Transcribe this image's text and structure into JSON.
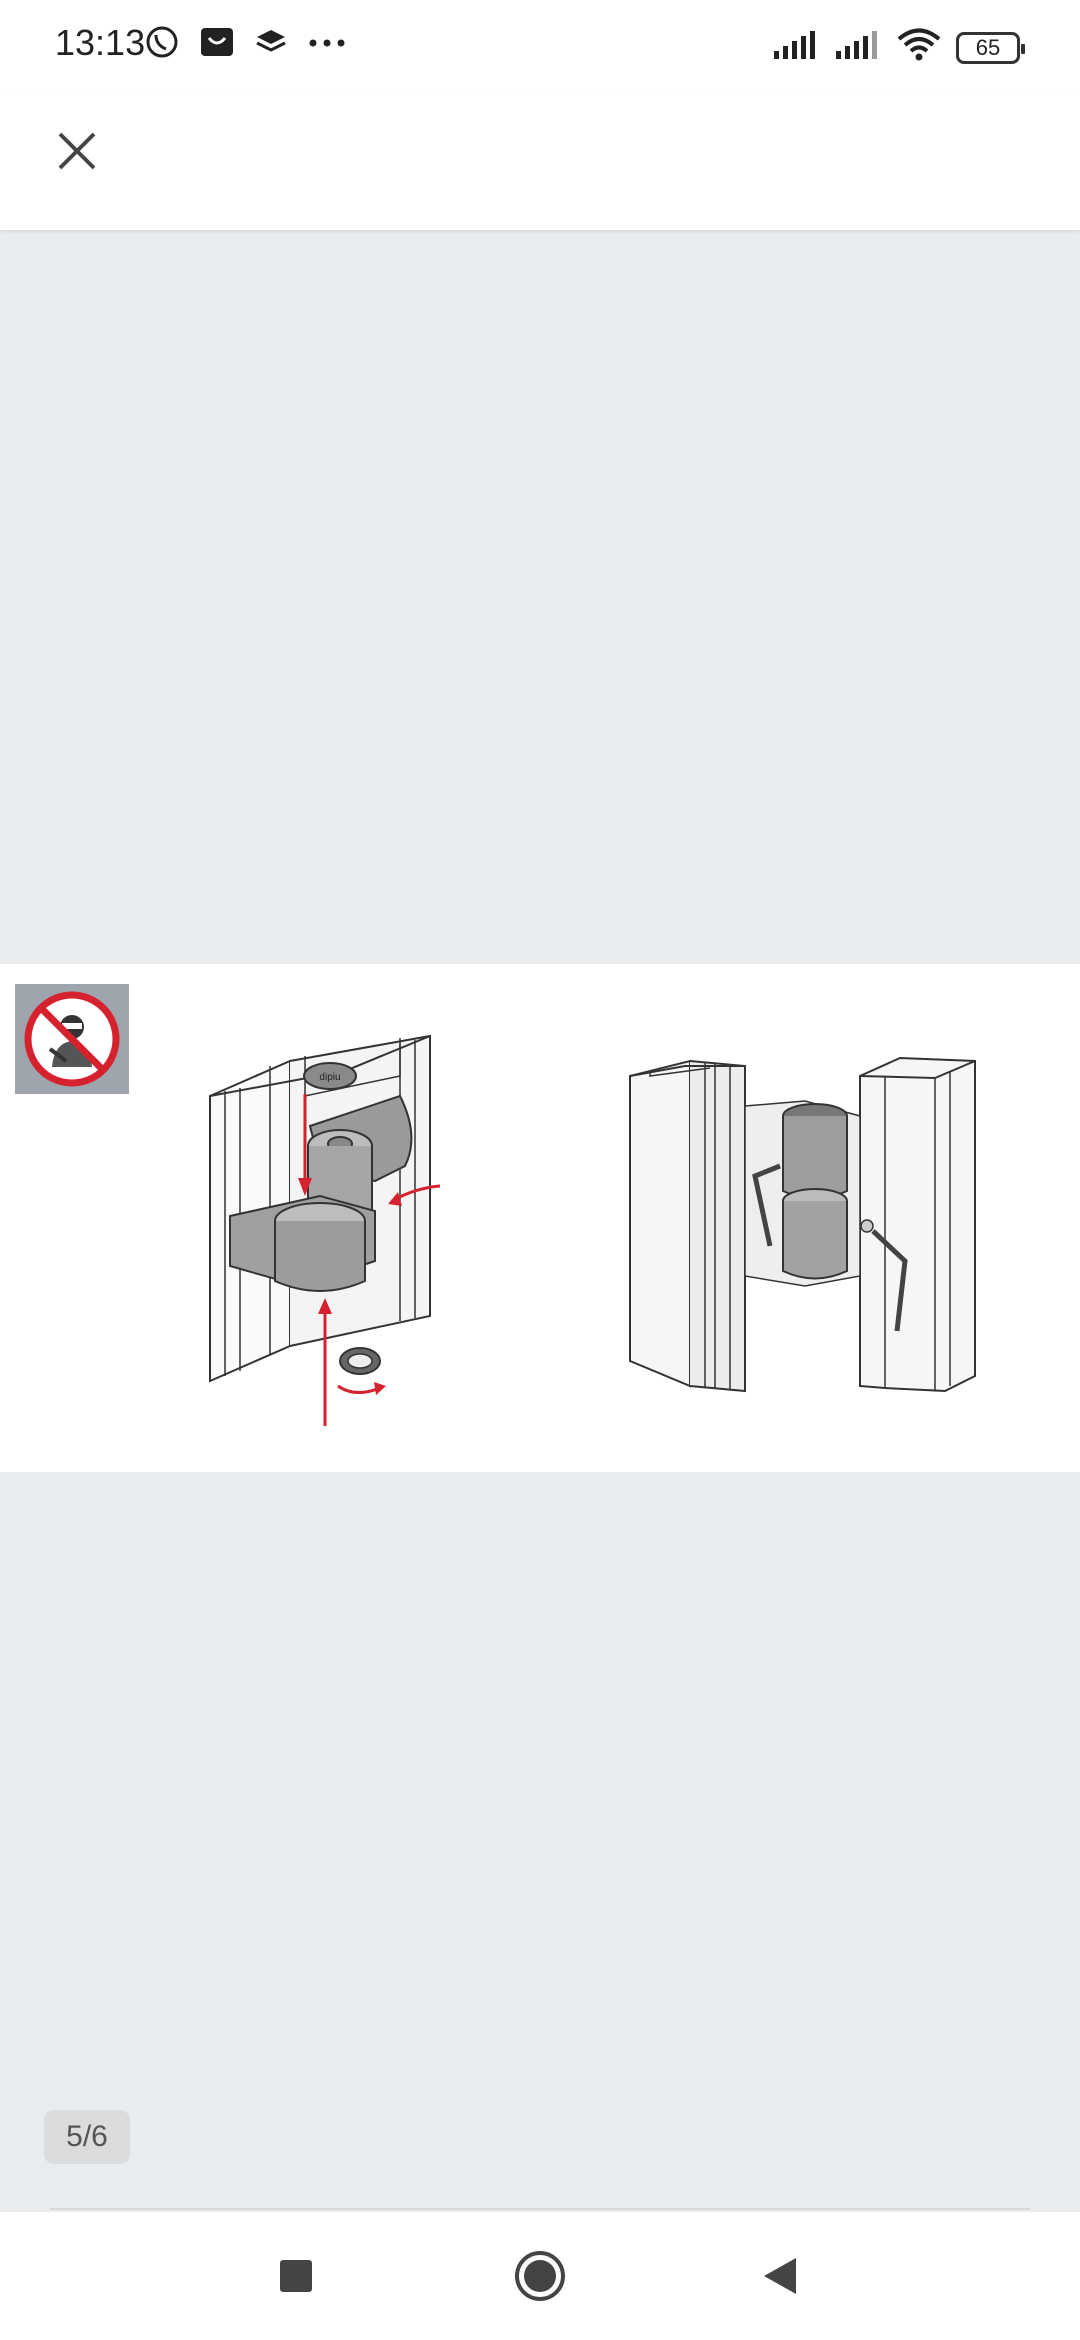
{
  "status_bar": {
    "time": "13:13",
    "battery": "65",
    "icons_left": [
      "viber-icon",
      "shop-icon",
      "layers-icon",
      "more-dots-icon"
    ],
    "icons_right": [
      "signal-icon",
      "signal-icon",
      "wifi-icon",
      "battery-icon"
    ]
  },
  "toolbar": {
    "close_icon": "close-icon"
  },
  "viewer": {
    "counter": "5/6",
    "brand_on_cap": "dipiu"
  },
  "colors": {
    "accent_red": "#d6222e",
    "background": "#e9ecef",
    "badge_bg": "#9ea5ac"
  },
  "nav": {
    "icons": [
      "recents-square-icon",
      "home-circle-icon",
      "back-triangle-icon"
    ]
  }
}
